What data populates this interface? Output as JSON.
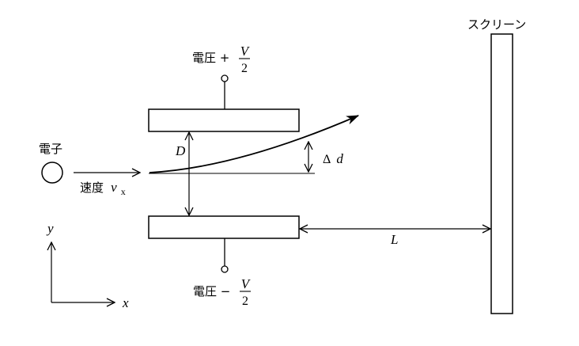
{
  "labels": {
    "screen": "スクリーン",
    "voltage_top_prefix": "電圧 +",
    "voltage_bottom_prefix": "電圧 −",
    "frac_num": "V",
    "frac_den": "2",
    "electron": "電子",
    "speed_prefix": "速度",
    "speed_var": "v",
    "speed_sub": "x",
    "gap": "D",
    "deflection_delta": "Δ",
    "deflection_var": "d",
    "distance": "L",
    "axis_y": "y",
    "axis_x": "x"
  }
}
